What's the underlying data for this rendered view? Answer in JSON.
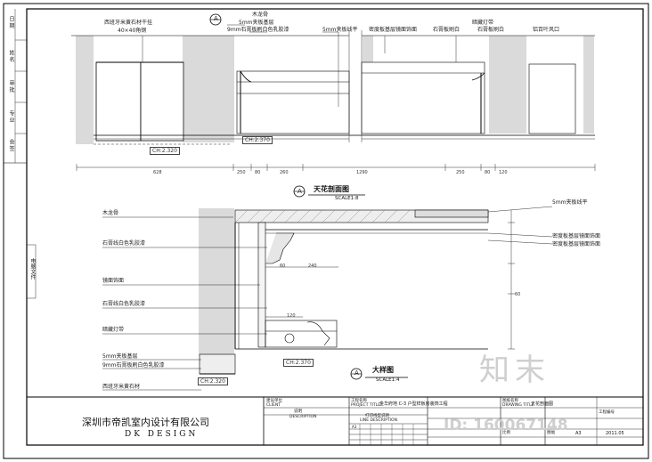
{
  "side_labels": [
    "日 期",
    "姓 名",
    "审 批",
    "专 业",
    "会 签"
  ],
  "side_note": "电脑文件",
  "top_section": {
    "title": "天花剖面图",
    "scale": "SCALE1:8",
    "marker": "A",
    "labels": {
      "stone_column": "西班牙米黄石材干挂",
      "steel": "40×40角钢",
      "wood_keel": "木龙骨",
      "plywood_base": "5mm夹板基层",
      "gypsum_9mm": "9mm石膏板刷白色乳胶漆",
      "plywood_line": "5mm夹板线平",
      "mirror": "密度板基层镜面饰面",
      "gypsum_white": "石膏板刷白",
      "hidden_light": "暗藏灯带",
      "gypsum_white2": "石膏板刷白",
      "vent": "铝百叶风口"
    },
    "ch_left": "CH:2.320",
    "ch_right": "CH:2.370",
    "dims": [
      "628",
      "250",
      "80",
      "260",
      "1290",
      "250",
      "80",
      "120"
    ]
  },
  "bottom_section": {
    "title": "大样图",
    "scale": "SCALE1:4",
    "marker": "A",
    "labels": {
      "wood_keel": "木龙骨",
      "gypsum_paint": "石膏线白色乳胶漆",
      "mirror_face": "镜面饰面",
      "gypsum_paint2": "石膏线白色乳胶漆",
      "hidden_light": "暗藏灯带",
      "plywood_base": "5mm夹板基层",
      "gypsum_9mm": "9mm石膏板刷白色乳胶漆",
      "stone": "西班牙米黄石材",
      "plywood_line": "5mm夹板线平",
      "mirror1": "密度板基层镜面饰面",
      "mirror2": "密度板基层镜面饰面"
    },
    "ch_left": "CH:2.320",
    "ch_right": "CH:2.370",
    "dims": [
      "60",
      "240",
      "120",
      "60"
    ]
  },
  "title_block": {
    "company": "深圳市帝凯室内设计有限公司",
    "company_en": "DK    DESIGN",
    "construction_unit": "建设单位",
    "client": "CLIENT",
    "project_name_label": "工程名称",
    "project_title": "PROJECT TITLE",
    "project_name": "金华府地 C-3 户型样板房装饰工程",
    "drawing_name_label": "图纸名称",
    "drawing_title": "DRAWING TITLE",
    "drawing_name": "天花剖面图",
    "description": "说明",
    "description_en": "DESCRIPTION",
    "line_description": "打印线型说明",
    "line_description_en": "LINE DESCRIPTION",
    "drawing_no_label": "工程编号",
    "size_label": "图幅",
    "size": "A3",
    "date": "2011.05",
    "scale_label": "比例"
  },
  "watermark": {
    "text": "知末",
    "id": "ID: 160067148"
  }
}
